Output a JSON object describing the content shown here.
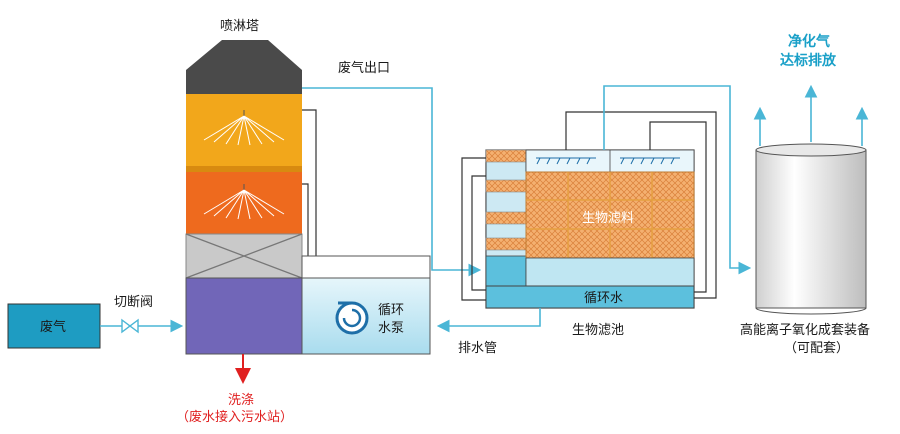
{
  "labels": {
    "scrubber_tower": "喷淋塔",
    "exhaust_outlet": "废气出口",
    "purified_gas_line1": "净化气",
    "purified_gas_line2": "达标排放",
    "waste_gas": "废气",
    "shutoff_valve": "切断阀",
    "circulation_pump_line1": "循环",
    "circulation_pump_line2": "水泵",
    "bio_filter_media": "生物滤料",
    "circulating_water": "循环水",
    "bio_filter_tank": "生物滤池",
    "drain_pipe": "排水管",
    "wash_line1": "洗涤",
    "wash_line2": "（废水接入污水站）",
    "ion_device_line1": "高能离子氧化成套装备",
    "ion_device_line2": "（可配套）"
  },
  "colors": {
    "tower_top": "#4a4a4a",
    "section_yellow": "#f2a71b",
    "section_orange": "#ee6a1e",
    "section_grey": "#c9c9c9",
    "section_purple": "#7166b8",
    "waste_gas_box": "#1e9cc2",
    "pipe": "#4ab6d6",
    "red_arrow": "#e02020",
    "filter_media": "#f0a050",
    "water": "#bfe6f2"
  }
}
